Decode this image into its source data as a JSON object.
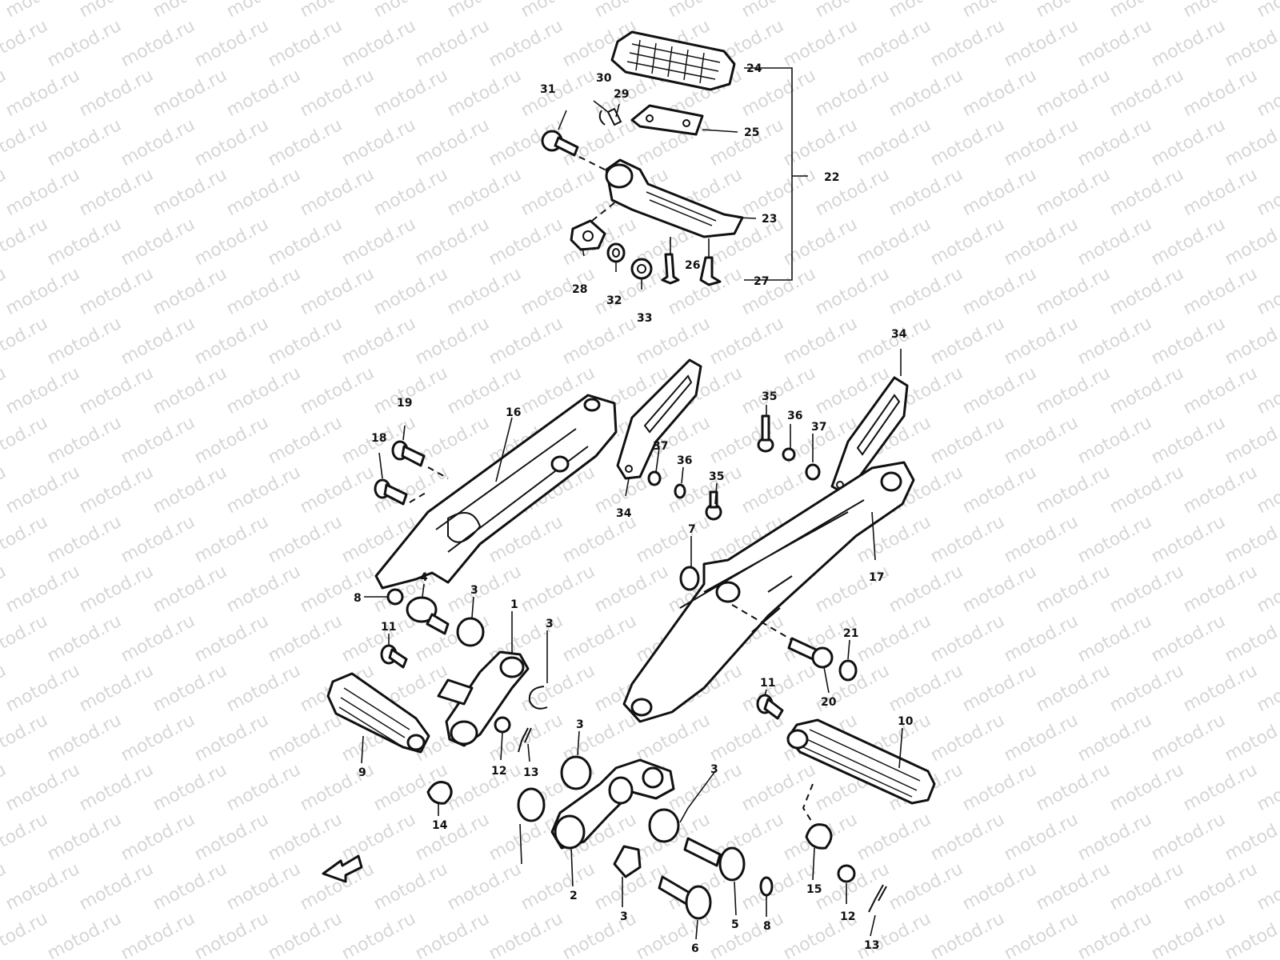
{
  "watermark": "motod.ru",
  "diagram_code": "",
  "labels": {
    "p1": "1",
    "p2": "2",
    "p3": "3",
    "p4": "4",
    "p5": "5",
    "p6": "6",
    "p7": "7",
    "p8": "8",
    "p9": "9",
    "p10": "10",
    "p11": "11",
    "p12": "12",
    "p13": "13",
    "p14": "14",
    "p15": "15",
    "p16": "16",
    "p17": "17",
    "p18": "18",
    "p19": "19",
    "p20": "20",
    "p21": "21",
    "p22": "22",
    "p23": "23",
    "p24": "24",
    "p25": "25",
    "p26": "26",
    "p27": "27",
    "p28": "28",
    "p29": "29",
    "p30": "30",
    "p31": "31",
    "p32": "32",
    "p33": "33",
    "p34": "34",
    "p35": "35",
    "p36": "36",
    "p37": "37"
  },
  "icons": {
    "front_direction": "arrow-left-icon"
  }
}
